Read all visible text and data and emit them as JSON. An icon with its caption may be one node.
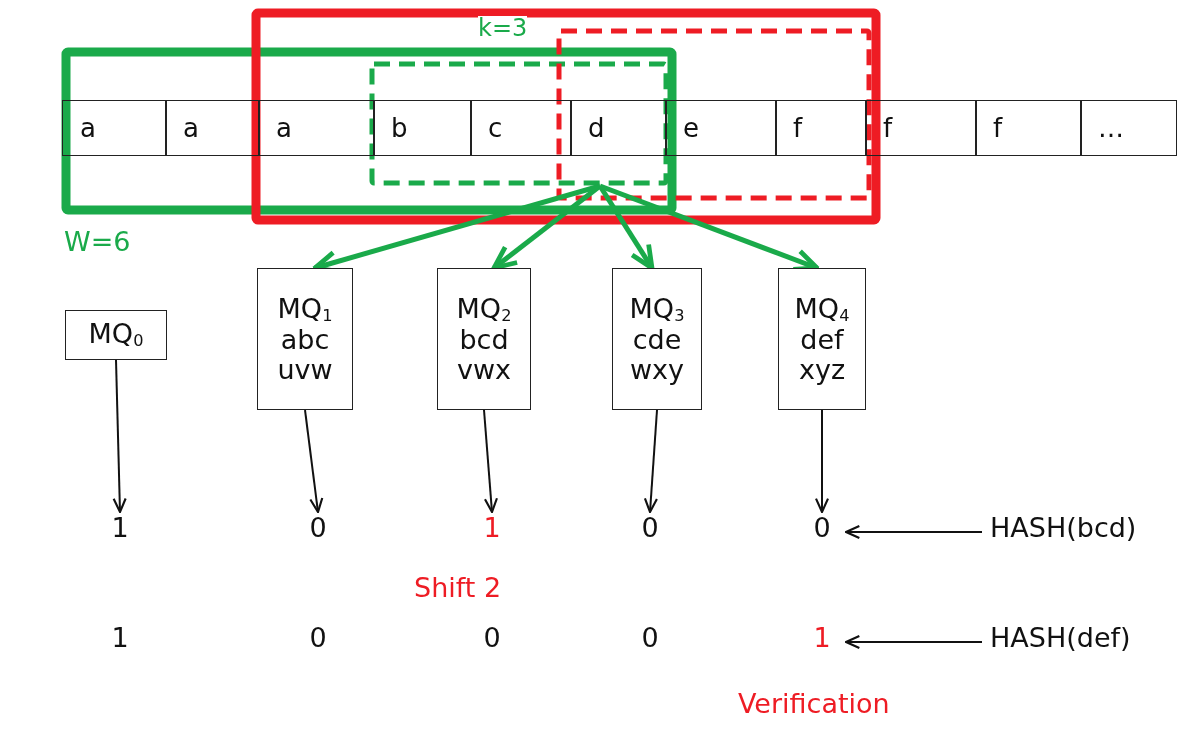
{
  "diagram": {
    "nodes": [
      {
        "text": [
          "a"
        ]
      },
      {
        "text": [
          "a"
        ]
      },
      {
        "text": [
          "a"
        ]
      },
      {
        "text": [
          "b"
        ]
      },
      {
        "text": [
          "c"
        ]
      },
      {
        "text": [
          "d"
        ]
      },
      {
        "text": [
          "e"
        ]
      },
      {
        "text": [
          "f"
        ]
      },
      {
        "text": [
          "f"
        ]
      },
      {
        "text": [
          "f"
        ]
      },
      {
        "text": [
          "…"
        ]
      },
      {
        "text": [
          "MQ$_{0}$"
        ]
      },
      {
        "text": [
          "MQ$_{1}$",
          "abc",
          "uvw"
        ]
      },
      {
        "text": [
          "MQ$_{2}$",
          "bcd",
          "vwx"
        ]
      },
      {
        "text": [
          "MQ$_{3}$",
          "cde",
          "wxy"
        ]
      },
      {
        "text": [
          "MQ$_{4}$",
          "def",
          "xyz"
        ]
      },
      {
        "text": [
          "1"
        ]
      },
      {
        "text": [
          "0"
        ]
      },
      {
        "text": [
          "1"
        ]
      },
      {
        "text": [
          "0"
        ]
      },
      {
        "text": [
          "0"
        ]
      },
      {
        "text": [
          "HASH(bcd)"
        ]
      },
      {
        "text": [
          "1"
        ]
      },
      {
        "text": [
          "0"
        ]
      },
      {
        "text": [
          "0"
        ]
      },
      {
        "text": [
          "0"
        ]
      },
      {
        "text": [
          "1"
        ]
      },
      {
        "text": [
          "HASH(def)"
        ]
      }
    ],
    "edges": [
      {
        "from": null,
        "to": 12,
        "arrow": "to",
        "style": "thick",
        "color": "#1aaa4a"
      },
      {
        "from": null,
        "to": 13,
        "arrow": "to",
        "style": "thick",
        "color": "#1aaa4a"
      },
      {
        "from": null,
        "to": 14,
        "arrow": "to",
        "style": "thick",
        "color": "#1aaa4a"
      },
      {
        "from": null,
        "to": 15,
        "arrow": "to",
        "style": "thick",
        "color": "#1aaa4a"
      },
      {
        "from": 11,
        "to": 16,
        "arrow": "to"
      },
      {
        "from": 12,
        "to": 17,
        "arrow": "to"
      },
      {
        "from": 13,
        "to": 18,
        "arrow": "to"
      },
      {
        "from": 14,
        "to": 19,
        "arrow": "to"
      },
      {
        "from": 15,
        "to": 20,
        "arrow": "to"
      },
      {
        "from": 21,
        "to": 20,
        "arrow": "to"
      },
      {
        "from": 27,
        "to": 26,
        "arrow": "to"
      }
    ],
    "labels": [
      "k=3",
      "W=6",
      "Shift 2",
      "Verification"
    ]
  }
}
